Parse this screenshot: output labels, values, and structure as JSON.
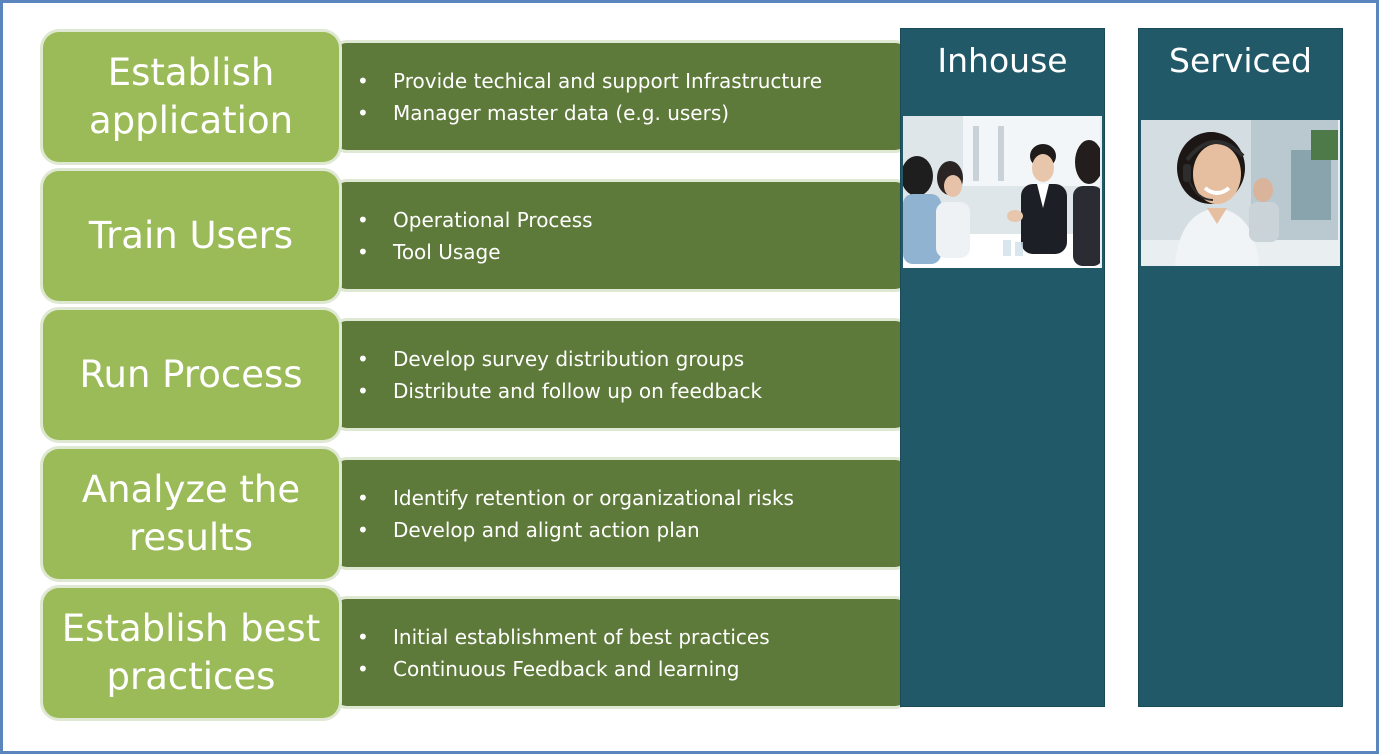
{
  "steps": [
    {
      "title": "Establish application",
      "bullets": [
        "Provide techical and support Infrastructure",
        "Manager master data (e.g. users)"
      ]
    },
    {
      "title": "Train Users",
      "bullets": [
        "Operational Process",
        "Tool Usage"
      ]
    },
    {
      "title": "Run Process",
      "bullets": [
        "Develop survey distribution groups",
        "Distribute and follow up on feedback"
      ]
    },
    {
      "title": "Analyze the results",
      "bullets": [
        "Identify retention or organizational risks",
        "Develop and alignt action plan"
      ]
    },
    {
      "title": "Establish best practices",
      "bullets": [
        "Initial establishment of best practices",
        "Continuous Feedback and learning"
      ]
    }
  ],
  "columns": [
    {
      "title": "Inhouse",
      "image": "business-meeting-photo"
    },
    {
      "title": "Serviced",
      "image": "call-center-agent-photo"
    }
  ],
  "colors": {
    "step_fill": "#9bbb59",
    "detail_fill": "#5e7a3a",
    "column_fill": "#215968",
    "frame_border": "#5a86bd"
  }
}
